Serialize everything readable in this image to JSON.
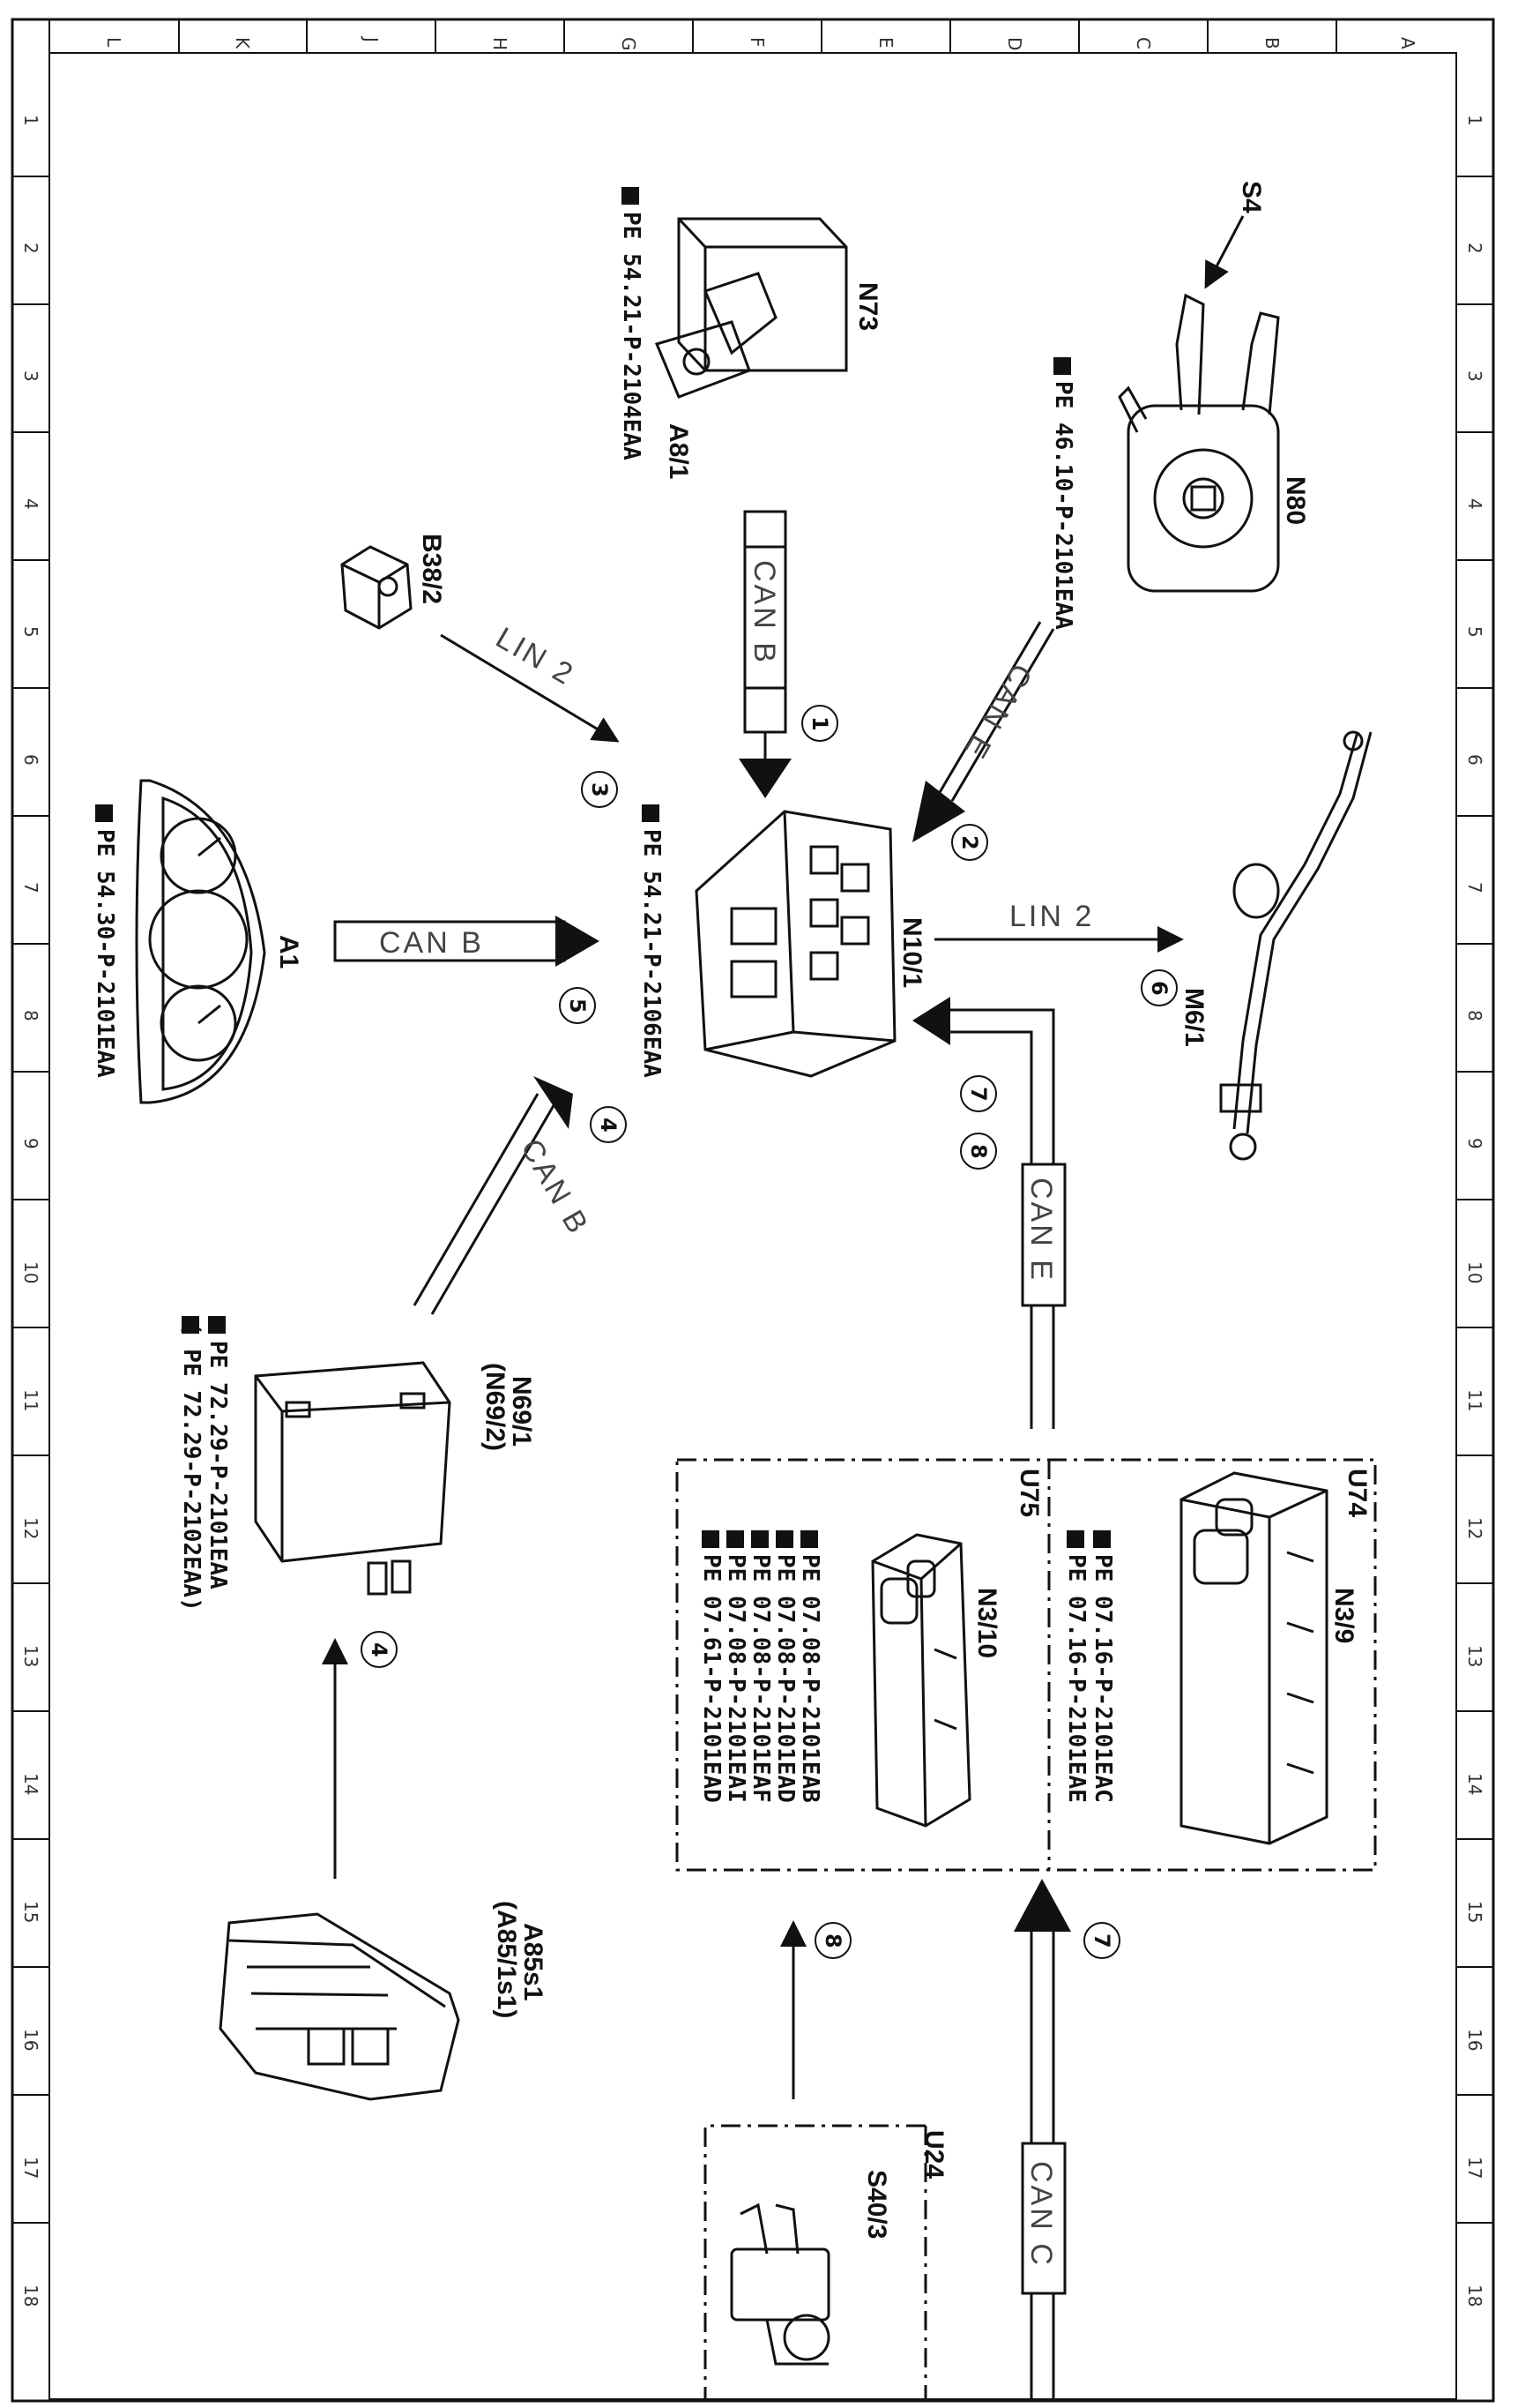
{
  "grid": {
    "columns": [
      "L",
      "K",
      "J",
      "H",
      "G",
      "F",
      "E",
      "D",
      "C",
      "B",
      "A"
    ],
    "rows": [
      "1",
      "2",
      "3",
      "4",
      "5",
      "6",
      "7",
      "8",
      "9",
      "10",
      "11",
      "12",
      "13",
      "14",
      "15",
      "16",
      "17",
      "18"
    ]
  },
  "components": {
    "n73": "N73",
    "a8_1": "A8/1",
    "s4": "S4",
    "n80": "N80",
    "b38_2": "B38/2",
    "a1": "A1",
    "n10_1": "N10/1",
    "m6_1": "M6/1",
    "n69_1": "N69/1",
    "n69_2": "(N69/2)",
    "u74": "U74",
    "n3_9": "N3/9",
    "u75": "U75",
    "n3_10": "N3/10",
    "a85s1": "A85s1",
    "a85_1s1": "(A85/1s1)",
    "u24": "U24",
    "s40_3": "S40/3"
  },
  "refs": {
    "n73": "PE 54.21-P-2104EAA",
    "n80": "PE 46.10-P-2101EAA",
    "n10_1": "PE 54.21-P-2106EAA",
    "a1": "PE 54.30-P-2101EAA",
    "n69_a": "PE 72.29-P-2101EAA",
    "n69_b": "(  PE 72.29-P-2102EAA)",
    "u74_a": "PE 07.16-P-2101EAC",
    "u74_b": "PE 07.16-P-2101EAE",
    "u75_a": "PE 07.08-P-2101EAB",
    "u75_b": "PE 07.08-P-2101EAD",
    "u75_c": "PE 07.08-P-2101EAF",
    "u75_d": "PE 07.08-P-2101EAI",
    "u75_e": "PE 07.61-P-2101EAD"
  },
  "buses": {
    "can_b_top": "CAN B",
    "can_e_n80": "CAN E",
    "lin2_b38": "LIN 2",
    "can_b_a1": "CAN B",
    "can_b_n69": "CAN B",
    "lin2_m6": "LIN 2",
    "can_e_ecu": "CAN E",
    "can_c": "CAN C"
  },
  "markers": {
    "m1": "1",
    "m2": "2",
    "m3": "3",
    "m4a": "4",
    "m4b": "4",
    "m5": "5",
    "m6": "6",
    "m7a": "7",
    "m7b": "7",
    "m8a": "8",
    "m8b": "8"
  }
}
